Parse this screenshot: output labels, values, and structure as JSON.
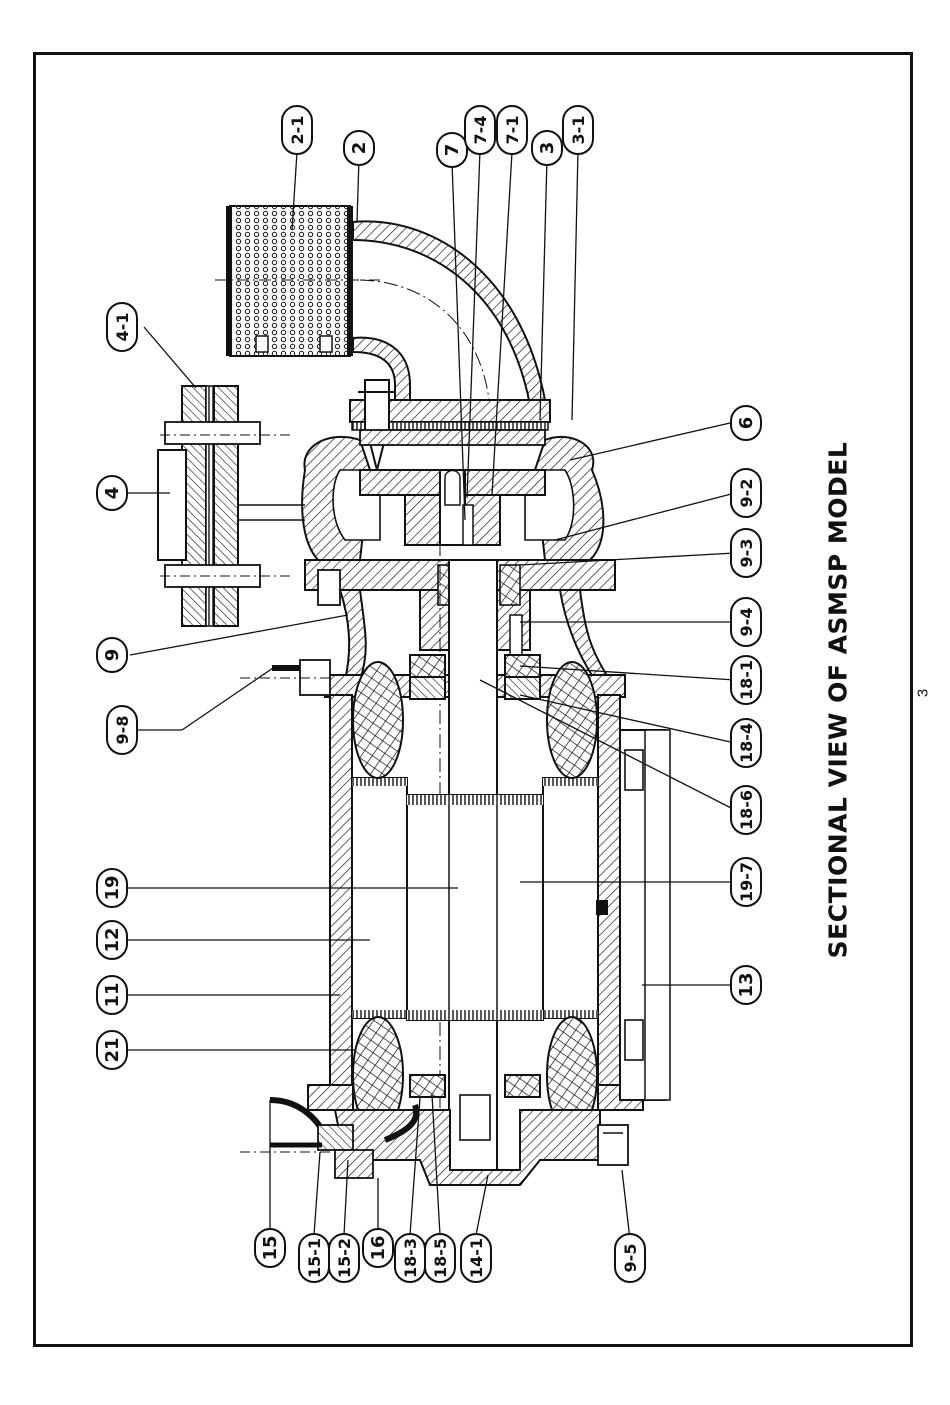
{
  "title": "SECTIONAL VIEW OF ASMSP MODEL",
  "page_number": "3",
  "labels": {
    "l2_1": "2-1",
    "l2": "2",
    "l7": "7",
    "l7_4": "7-4",
    "l7_1": "7-1",
    "l3": "3",
    "l3_1": "3-1",
    "l4_1": "4-1",
    "l4": "4",
    "l9": "9",
    "l9_8": "9-8",
    "l6": "6",
    "l9_2": "9-2",
    "l9_3": "9-3",
    "l9_4": "9-4",
    "l18_1": "18-1",
    "l18_4": "18-4",
    "l18_6": "18-6",
    "l19_7": "19-7",
    "l13": "13",
    "l19": "19",
    "l12": "12",
    "l11": "11",
    "l21": "21",
    "l15": "15",
    "l15_1": "15-1",
    "l15_2": "15-2",
    "l16": "16",
    "l18_3": "18-3",
    "l18_5": "18-5",
    "l14_1": "14-1",
    "l9_5": "9-5"
  }
}
